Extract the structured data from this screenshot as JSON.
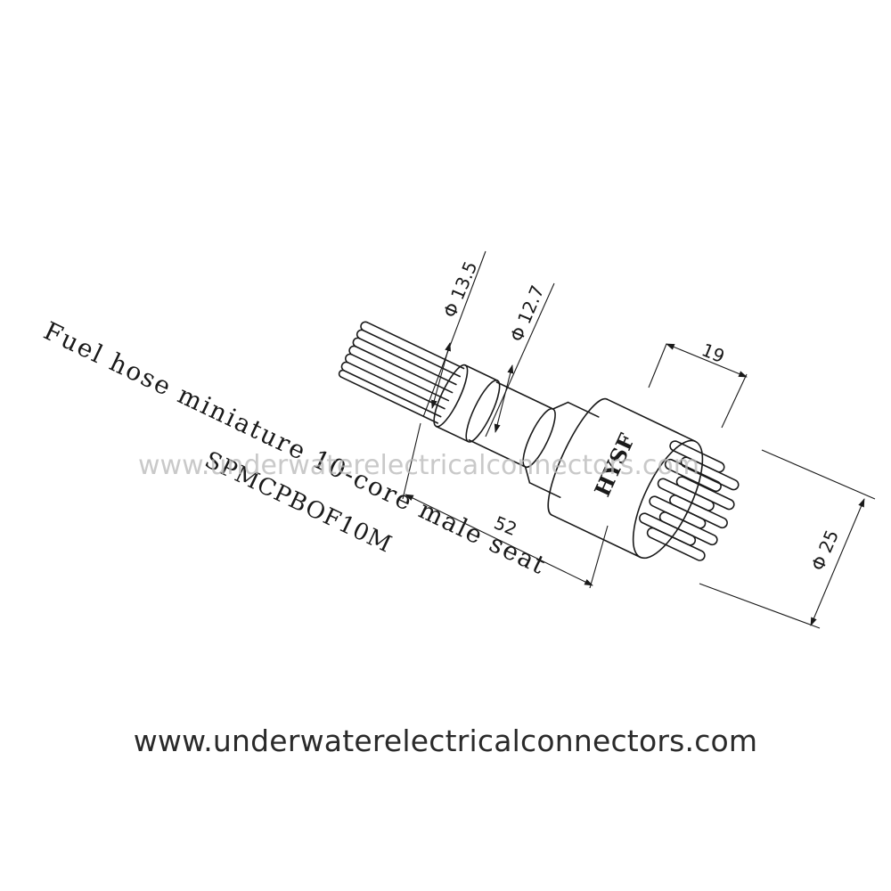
{
  "drawing": {
    "title": "Fuel hose miniature 10-core male seat",
    "model": "SPMCPBOF10M",
    "brand_logo": "HYSF",
    "watermark": "www.underwaterelectricalconnectors.com",
    "dimensions": {
      "dia_13_5": "13.5",
      "dia_12_7": "12.7",
      "len_19": "19",
      "len_52": "52",
      "dia_25": "25"
    },
    "diameter_symbol": "Φ"
  },
  "footer": {
    "website": "www.underwaterelectricalconnectors.com"
  }
}
